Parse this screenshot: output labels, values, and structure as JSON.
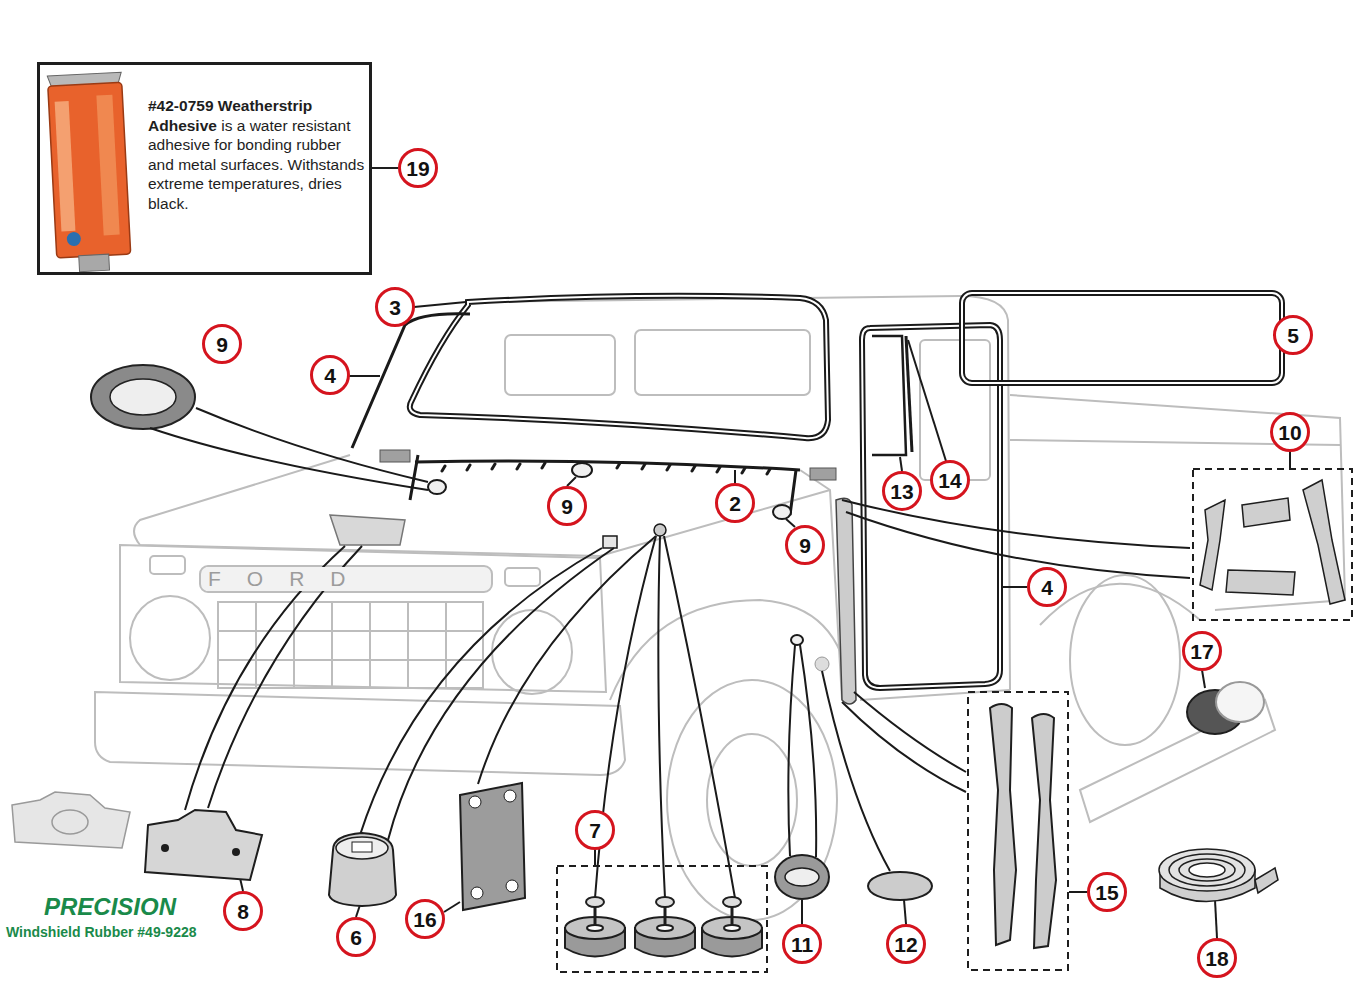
{
  "diagram": {
    "nodes": [
      {
        "text": [
          "#42-0759 Weatherstrip Adhesive",
          "is a water resistant adhesive for bonding rubber and metal surfaces. Withstands extreme temperatures, dries black."
        ]
      },
      {
        "text": [
          "19"
        ]
      },
      {
        "text": [
          "3"
        ]
      },
      {
        "text": [
          "9"
        ]
      },
      {
        "text": [
          "5"
        ]
      },
      {
        "text": [
          "4"
        ]
      },
      {
        "text": [
          "10"
        ]
      },
      {
        "text": [
          "2"
        ]
      },
      {
        "text": [
          "9"
        ]
      },
      {
        "text": [
          "13"
        ]
      },
      {
        "text": [
          "14"
        ]
      },
      {
        "text": [
          "9"
        ]
      },
      {
        "text": [
          "4"
        ]
      },
      {
        "text": [
          "17"
        ]
      },
      {
        "text": [
          "7"
        ]
      },
      {
        "text": [
          "15"
        ]
      },
      {
        "text": [
          "8"
        ]
      },
      {
        "text": [
          "6"
        ]
      },
      {
        "text": [
          "16"
        ]
      },
      {
        "text": [
          "11"
        ]
      },
      {
        "text": [
          "12"
        ]
      },
      {
        "text": [
          "18"
        ]
      }
    ],
    "edges": [
      {
        "from": 0,
        "to": 1,
        "arrow": "none"
      }
    ],
    "labels": [
      "FORD",
      "PRECISION",
      "Windshield Rubber #49-9228"
    ]
  }
}
